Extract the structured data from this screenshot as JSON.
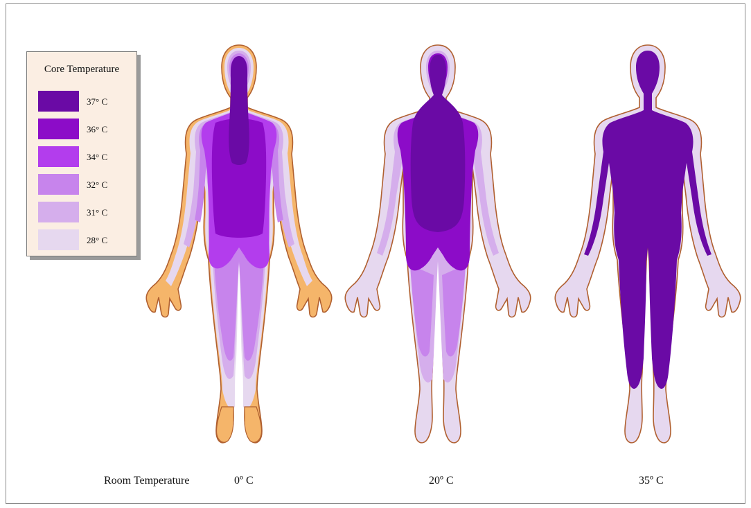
{
  "legend": {
    "title": "Core Temperature",
    "items": [
      {
        "label": "37° C",
        "color": "#6a0aa5"
      },
      {
        "label": "36° C",
        "color": "#8c0cc8"
      },
      {
        "label": "34° C",
        "color": "#b33ded"
      },
      {
        "label": "32° C",
        "color": "#c784ec"
      },
      {
        "label": "31° C",
        "color": "#d5aeec"
      },
      {
        "label": "28° C",
        "color": "#e6d8ef"
      }
    ]
  },
  "room_temperature_label": "Room Temperature",
  "figures": [
    {
      "room_temperature": "0º C",
      "extremity_color": "#f5b56a"
    },
    {
      "room_temperature": "20º C",
      "extremity_color": "#e6d8ef"
    },
    {
      "room_temperature": "35º C",
      "extremity_color": "#e6d8ef"
    }
  ],
  "colors": {
    "outline": "#b06030",
    "frame": "#8a8a8a",
    "legend_background": "#fbeee3"
  }
}
